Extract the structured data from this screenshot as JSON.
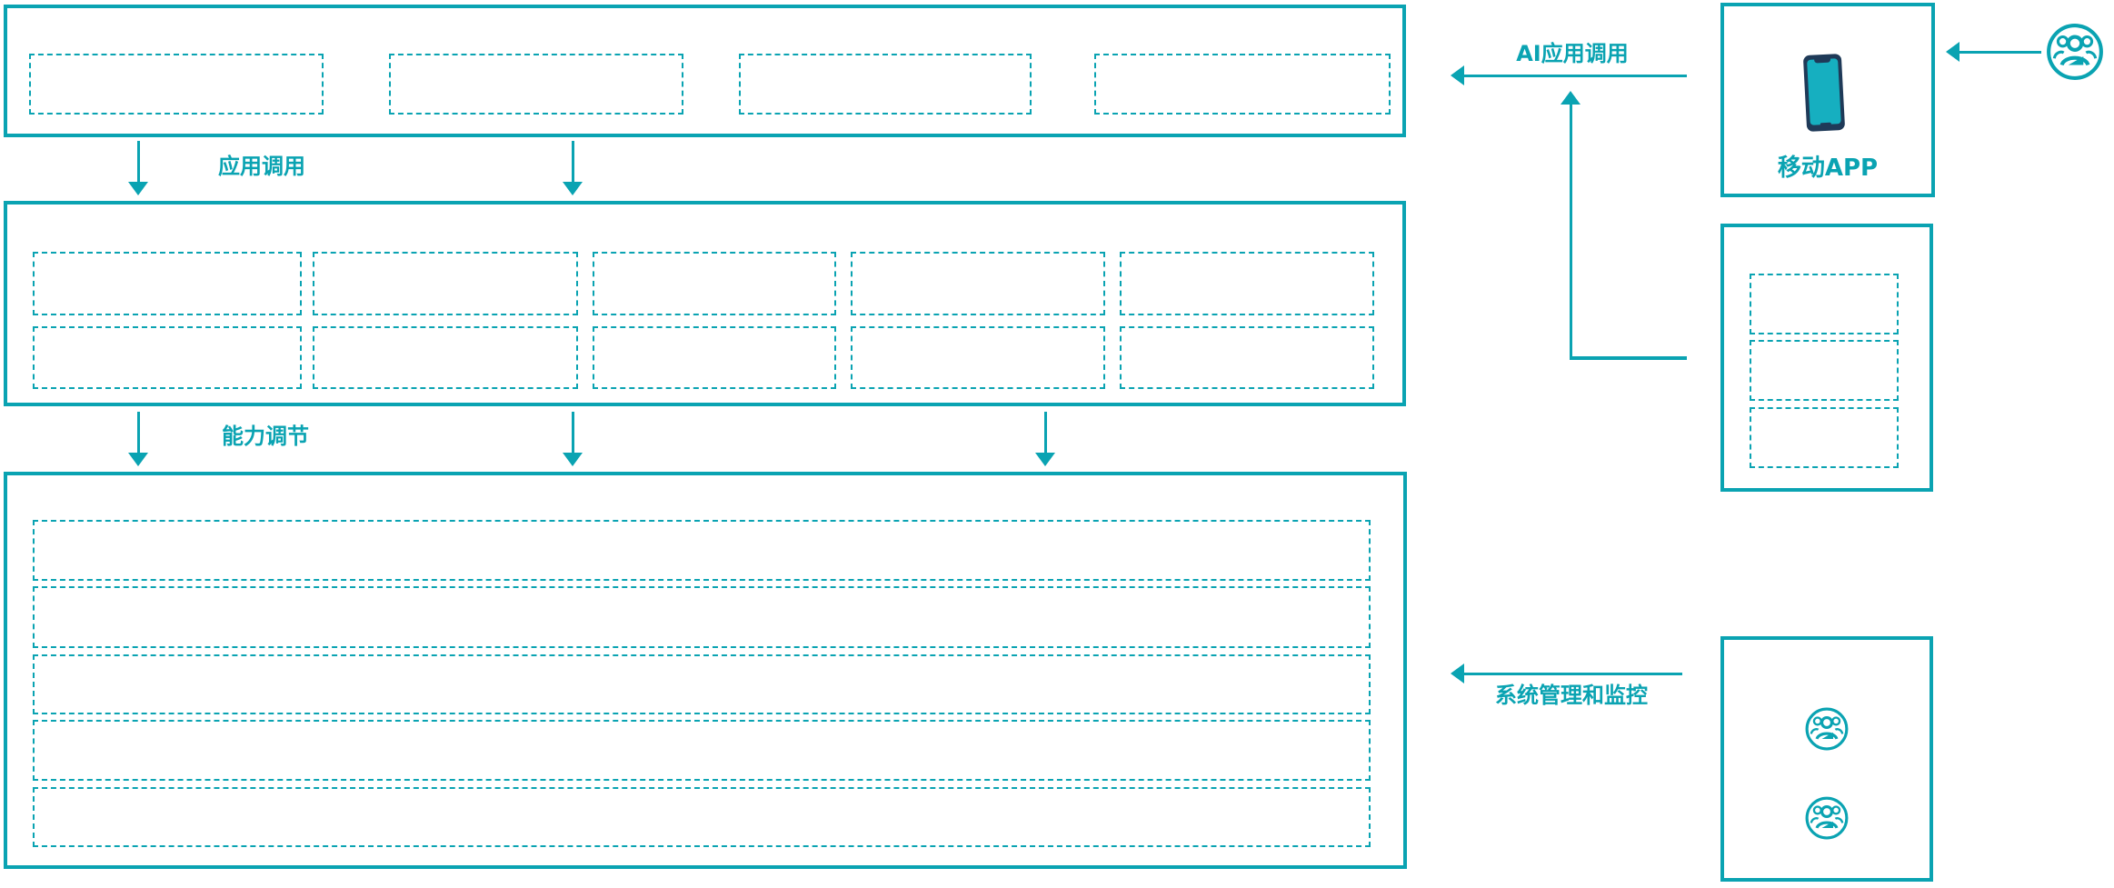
{
  "diagram": {
    "labels": {
      "app_call": "应用调用",
      "capability_tune": "能力调节",
      "ai_app_call": "AI应用调用",
      "system_monitor": "系统管理和监控",
      "mobile_app": "移动APP"
    },
    "colors": {
      "accent_teal": "#0AA3B2",
      "phone_body_navy": "#1F3A58",
      "phone_screen_teal": "#16AFC0"
    },
    "icons": {
      "user_group": "user-group-icon",
      "mobile_phone": "mobile-phone-icon"
    }
  }
}
